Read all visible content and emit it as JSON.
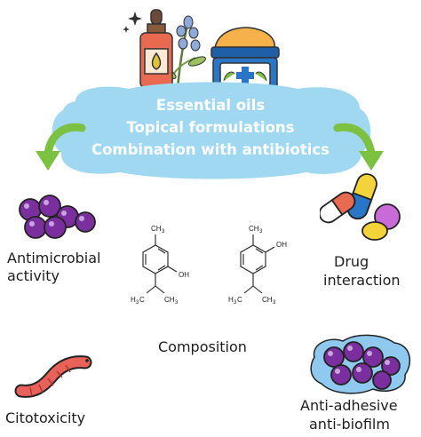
{
  "center_cloud": {
    "lines": [
      "Essential oils",
      "Topical formulations",
      "Combination with antibiotics"
    ],
    "color": "#9fd8f0"
  },
  "items": {
    "antimicrobial": [
      "Antimicrobial",
      "activity"
    ],
    "drug_interaction": [
      "Drug",
      "interaction"
    ],
    "composition": "Composition",
    "cytotoxicity": "Citotoxicity",
    "anti_adhesive": [
      "Anti-adhesive",
      "anti-biofilm"
    ]
  },
  "molecules": {
    "thymol": {
      "substituents": {
        "top": "CH3",
        "oh": "OH",
        "bottom": "H3C—CH—CH3"
      }
    },
    "carvacrol": {
      "substituents": {
        "top": "CH3",
        "oh": "OH",
        "bottom": "H3C—CH—CH3"
      }
    }
  },
  "colors": {
    "arrow_green": "#7cc142",
    "bacteria_purple": "#7b2f9e",
    "worm_red": "#e8625a",
    "bottle": "#e86a50",
    "jar_blue": "#2a76c6",
    "cream": "#f7b14a",
    "biofilm_blue": "#8fc9ef"
  },
  "icons": [
    "essential-oil-bottle-icon",
    "lavender-sprig-icon",
    "cream-jar-icon",
    "sparkle-icon",
    "bacteria-cluster-icon",
    "pills-capsules-icon",
    "worm-icon",
    "biofilm-icon",
    "molecule-structure-icon"
  ]
}
